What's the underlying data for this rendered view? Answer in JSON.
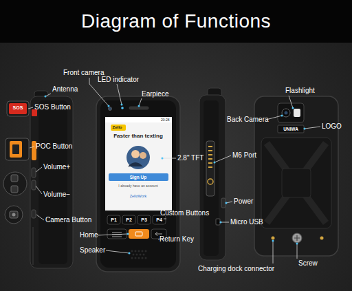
{
  "diagram": {
    "title": "Diagram of Functions",
    "labels": [
      "Front camera",
      "LED indicator",
      "Antenna",
      "Earpiece",
      "Flashlight",
      "SOS",
      "SOS Button",
      "Back Camera",
      "20:28",
      "LOGO",
      "UNIWA",
      "Zello",
      "Faster than texting",
      "POC Button",
      "M6 Port",
      "2.8\" TFT",
      "Volume+",
      "Sign Up",
      "I already have an account",
      "Volume−",
      "ZelloWork",
      "Power",
      "Custom Buttons",
      "P1",
      "P2",
      "P3",
      "P4",
      "Camera Button",
      "Micro USB",
      "Home",
      "Return Key",
      "Speaker",
      "Screw",
      "Charging dock connector"
    ]
  }
}
